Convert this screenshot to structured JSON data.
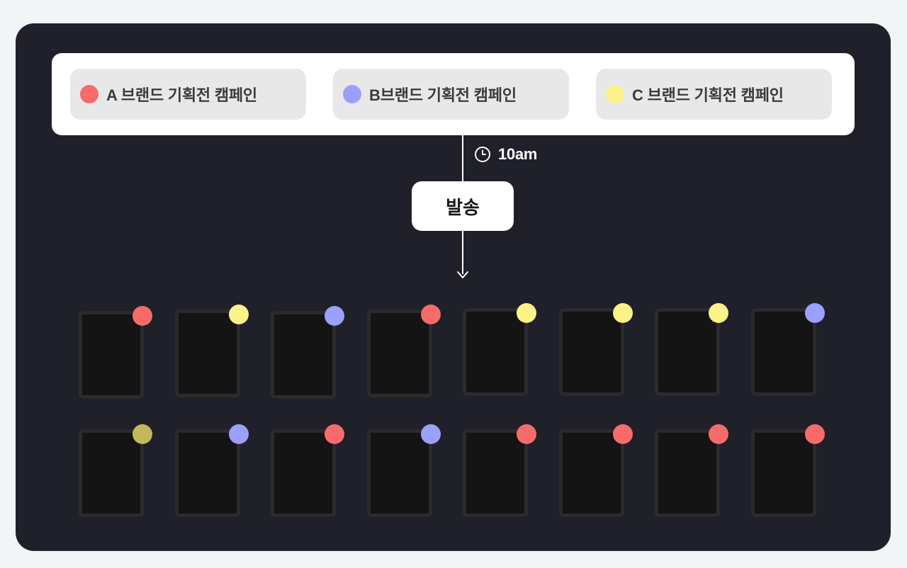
{
  "colors": {
    "brand_a": "#f76b6b",
    "brand_b": "#9aa0fb",
    "brand_c": "#fbf28a",
    "olive": "#c2b95a",
    "panel": "#1f2029"
  },
  "campaigns": [
    {
      "label": "A 브랜드 기획전 캠페인",
      "color": "#f76b6b"
    },
    {
      "label": "B브랜드 기획전 캠페인",
      "color": "#9aa0fb"
    },
    {
      "label": "C 브랜드 기획전 캠페인",
      "color": "#fbf28a"
    }
  ],
  "schedule": {
    "icon": "clock-icon",
    "time": "10am"
  },
  "send_button": {
    "label": "발송"
  },
  "devices": {
    "rows": [
      [
        "#f76b6b",
        "#fbf28a",
        "#9aa0fb",
        "#f76b6b",
        "#fbf28a",
        "#fbf28a",
        "#fbf28a",
        "#9aa0fb"
      ],
      [
        "#c2b95a",
        "#9aa0fb",
        "#f76b6b",
        "#9aa0fb",
        "#f76b6b",
        "#f76b6b",
        "#f76b6b",
        "#f76b6b"
      ]
    ]
  }
}
